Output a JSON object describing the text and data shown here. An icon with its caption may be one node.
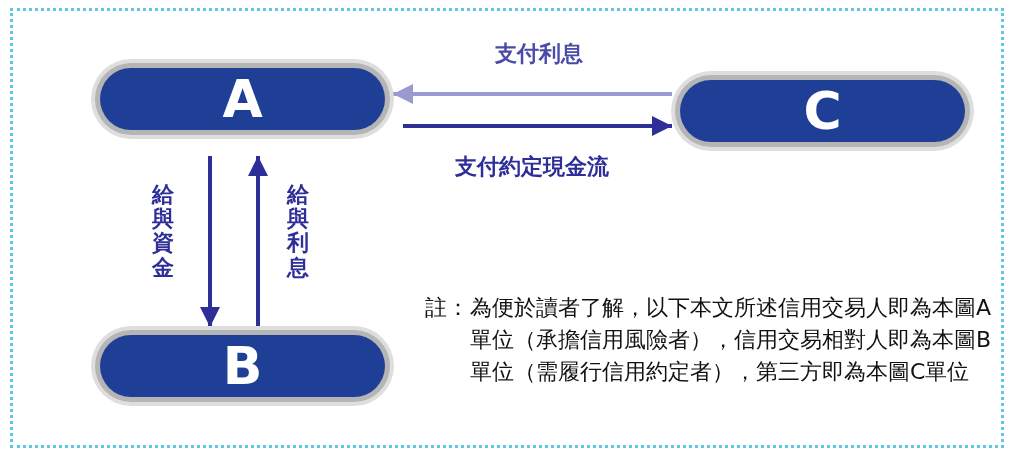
{
  "diagram": {
    "nodes": [
      {
        "text": [
          "A"
        ]
      },
      {
        "text": [
          "C"
        ]
      },
      {
        "text": [
          "B"
        ]
      }
    ],
    "edges": [
      {
        "from": 1,
        "to": 0,
        "arrow": "to",
        "label": "支付利息",
        "color": "#9a9ad0"
      },
      {
        "from": 0,
        "to": 1,
        "arrow": "to",
        "label": "支付約定現金流"
      },
      {
        "from": 0,
        "to": 2,
        "arrow": "to",
        "label": "給與資金"
      },
      {
        "from": 2,
        "to": 0,
        "arrow": "to",
        "label": "給與利息"
      }
    ],
    "labels": [
      "註：",
      "為便於讀者了解，以下本文所述信用交易人即為本圖A單位（承擔信用風險者），信用交易相對人即為本圖B單位（需履行信用約定者），第三方即為本圖C單位"
    ]
  }
}
